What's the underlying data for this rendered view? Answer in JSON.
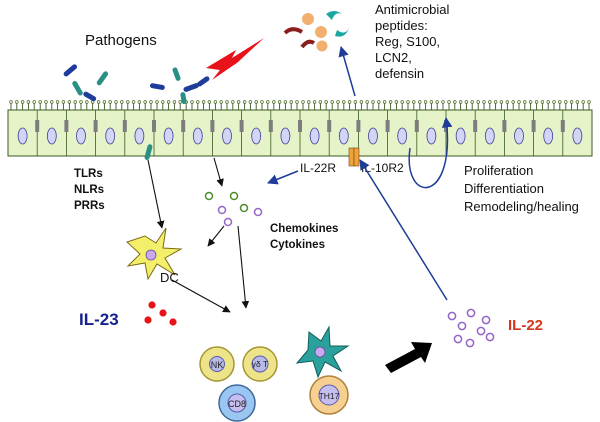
{
  "labels": {
    "pathogens": "Pathogens",
    "amp_title": "Antimicrobial",
    "amp_line2": "peptides:",
    "amp_line3": "Reg, S100,",
    "amp_line4": "LCN2,",
    "amp_line5": "defensin",
    "il22r": "IL-22R",
    "il10r2": "IL-10R2",
    "proliferation": "Proliferation",
    "differentiation": "Differentiation",
    "remodeling": "Remodeling/healing",
    "tlrs": "TLRs",
    "nlrs": "NLRs",
    "prrs": "PRRs",
    "chemokines": "Chemokines",
    "cytokines": "Cytokines",
    "dc": "DC",
    "il23": "IL-23",
    "il22": "IL-22",
    "nk": "NK",
    "gdt": "γδ T",
    "cd8": "CD8",
    "th17": "TH17"
  },
  "colors": {
    "epithelium_fill": "#e6f3c8",
    "epithelium_stroke": "#3b5a1f",
    "nucleus_fill": "#d3d5f7",
    "junction": "#7d7d7d",
    "il22r_arrow": "#1f3c9a",
    "il23_text": "#15238f",
    "il22_text": "#d8351d",
    "il23_dots": "#e8121a",
    "lightning": "#e8121a",
    "dc_fill": "#f4ef6b",
    "cell_fill": "#ede48a",
    "cd8_fill": "#99c7f2",
    "th17_fill": "#f6cf92",
    "dendritic_teal": "#2aa19c",
    "il22_dots": "#9366c8",
    "bold_arrow": "#000000"
  },
  "icons": {
    "pathogen": "bacterium-icon",
    "lightning": "lightning-icon",
    "dc": "dendritic-cell-icon"
  }
}
